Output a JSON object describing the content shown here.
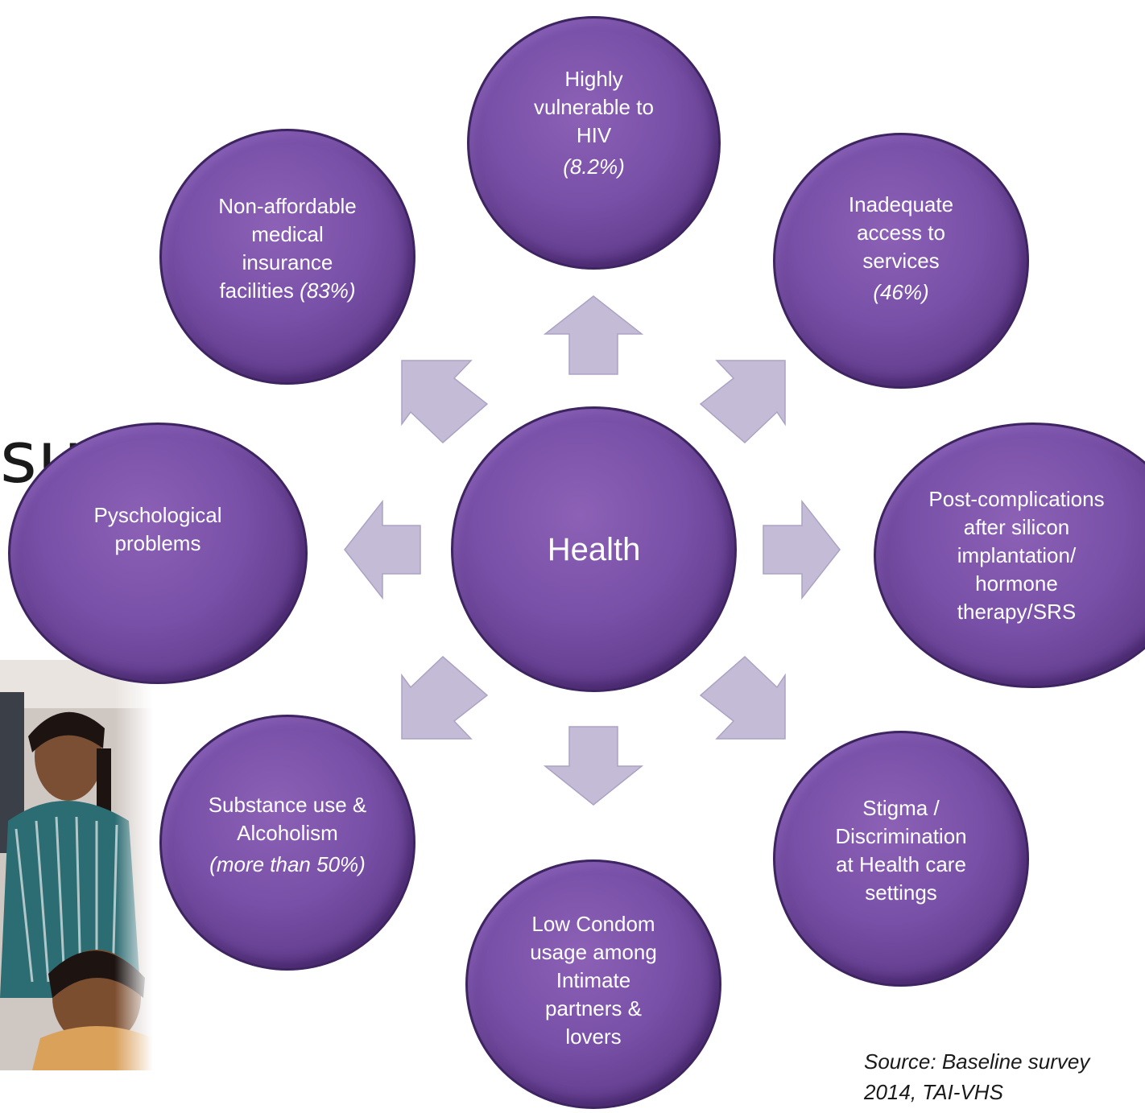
{
  "title_fragment": "sues",
  "center": {
    "label": "Health"
  },
  "nodes": {
    "top": {
      "label": "Highly\nvulnerable to\nHIV",
      "value": "(8.2%)"
    },
    "top_right": {
      "label": "Inadequate\naccess to\nservices",
      "value": "(46%)"
    },
    "right": {
      "label": "Post-complications\nafter silicon\nimplantation/\nhormone\ntherapy/SRS",
      "value": ""
    },
    "bottom_right": {
      "label": "Stigma /\nDiscrimination\nat Health care\nsettings",
      "value": ""
    },
    "bottom": {
      "label": "Low Condom\nusage among\nIntimate\npartners &\nlovers",
      "value": ""
    },
    "bottom_left": {
      "label": "Substance use &\nAlcoholism",
      "value": "(more than 50%)"
    },
    "left": {
      "label": "Pyschological\nproblems",
      "value": ""
    },
    "top_left": {
      "label": "Non-affordable\nmedical\ninsurance\nfacilities",
      "value": "(83%)"
    }
  },
  "source": "Source: Baseline survey\n2014, TAI-VHS",
  "colors": {
    "circle": "#7850a7",
    "circle_border": "#3e2461",
    "arrow": "#c4bcd6",
    "arrow_border": "#aca2c4"
  }
}
